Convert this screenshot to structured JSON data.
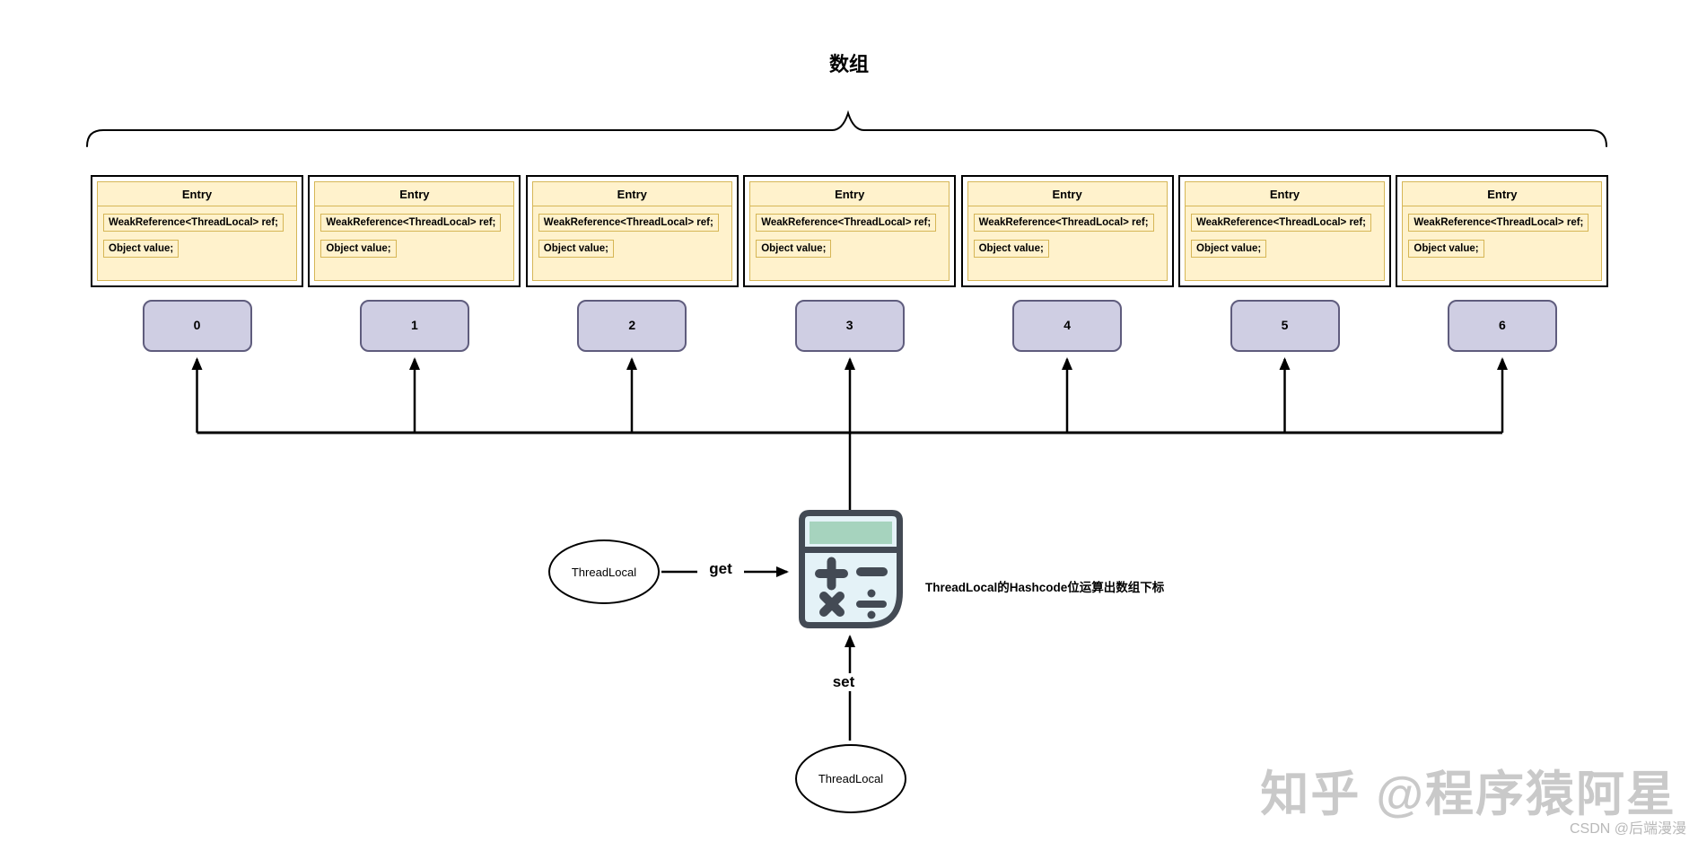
{
  "diagram": {
    "title": "数组",
    "entries": [
      {
        "title": "Entry",
        "ref": "WeakReference<ThreadLocal> ref;",
        "value": "Object value;"
      },
      {
        "title": "Entry",
        "ref": "WeakReference<ThreadLocal> ref;",
        "value": "Object value;"
      },
      {
        "title": "Entry",
        "ref": "WeakReference<ThreadLocal> ref;",
        "value": "Object value;"
      },
      {
        "title": "Entry",
        "ref": "WeakReference<ThreadLocal> ref;",
        "value": "Object value;"
      },
      {
        "title": "Entry",
        "ref": "WeakReference<ThreadLocal> ref;",
        "value": "Object value;"
      },
      {
        "title": "Entry",
        "ref": "WeakReference<ThreadLocal> ref;",
        "value": "Object value;"
      },
      {
        "title": "Entry",
        "ref": "WeakReference<ThreadLocal> ref;",
        "value": "Object value;"
      }
    ],
    "indices": [
      "0",
      "1",
      "2",
      "3",
      "4",
      "5",
      "6"
    ],
    "get_source": "ThreadLocal",
    "set_source": "ThreadLocal",
    "get_label": "get",
    "set_label": "set",
    "hash_note": "ThreadLocal的Hashcode位运算出数组下标",
    "calculator_icon": "calculator-icon"
  },
  "watermarks": {
    "zhihu": "知乎 @程序猿阿星",
    "csdn": "CSDN @后端漫漫"
  },
  "colors": {
    "entry_bg": "#FFF2CC",
    "entry_border": "#D6B656",
    "cell_border": "#000000",
    "index_bg": "#CFCEE3",
    "index_border": "#5F5C7D",
    "connector": "#000000",
    "calc_frame": "#434A54",
    "calc_screen": "#A6D3BE",
    "calc_body": "#E4F2F7",
    "watermark_zhihu": "#C9C9C9",
    "watermark_csdn": "#B9B9B9"
  }
}
